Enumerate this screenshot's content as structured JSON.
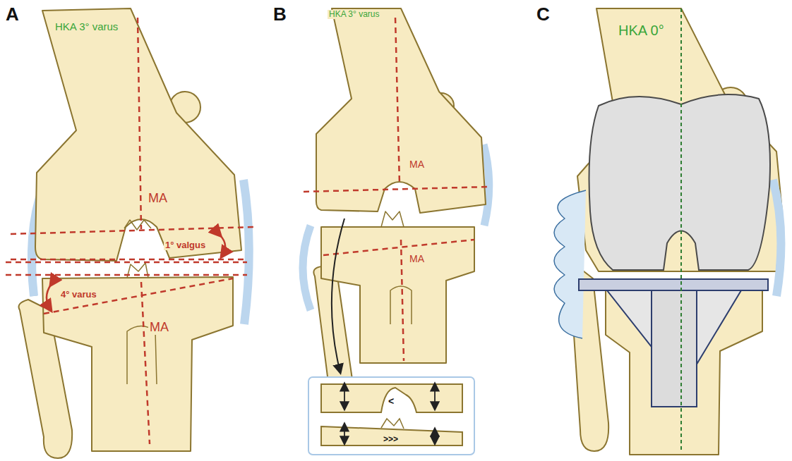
{
  "diagram": {
    "labels": [
      "A",
      "B",
      "C",
      "HKA 3° varus",
      "MA",
      "1° valgus",
      "4° varus",
      "MA",
      "HKA 3° varus",
      "MA",
      "MA",
      "<",
      ">>>",
      "HKA 0°"
    ]
  }
}
